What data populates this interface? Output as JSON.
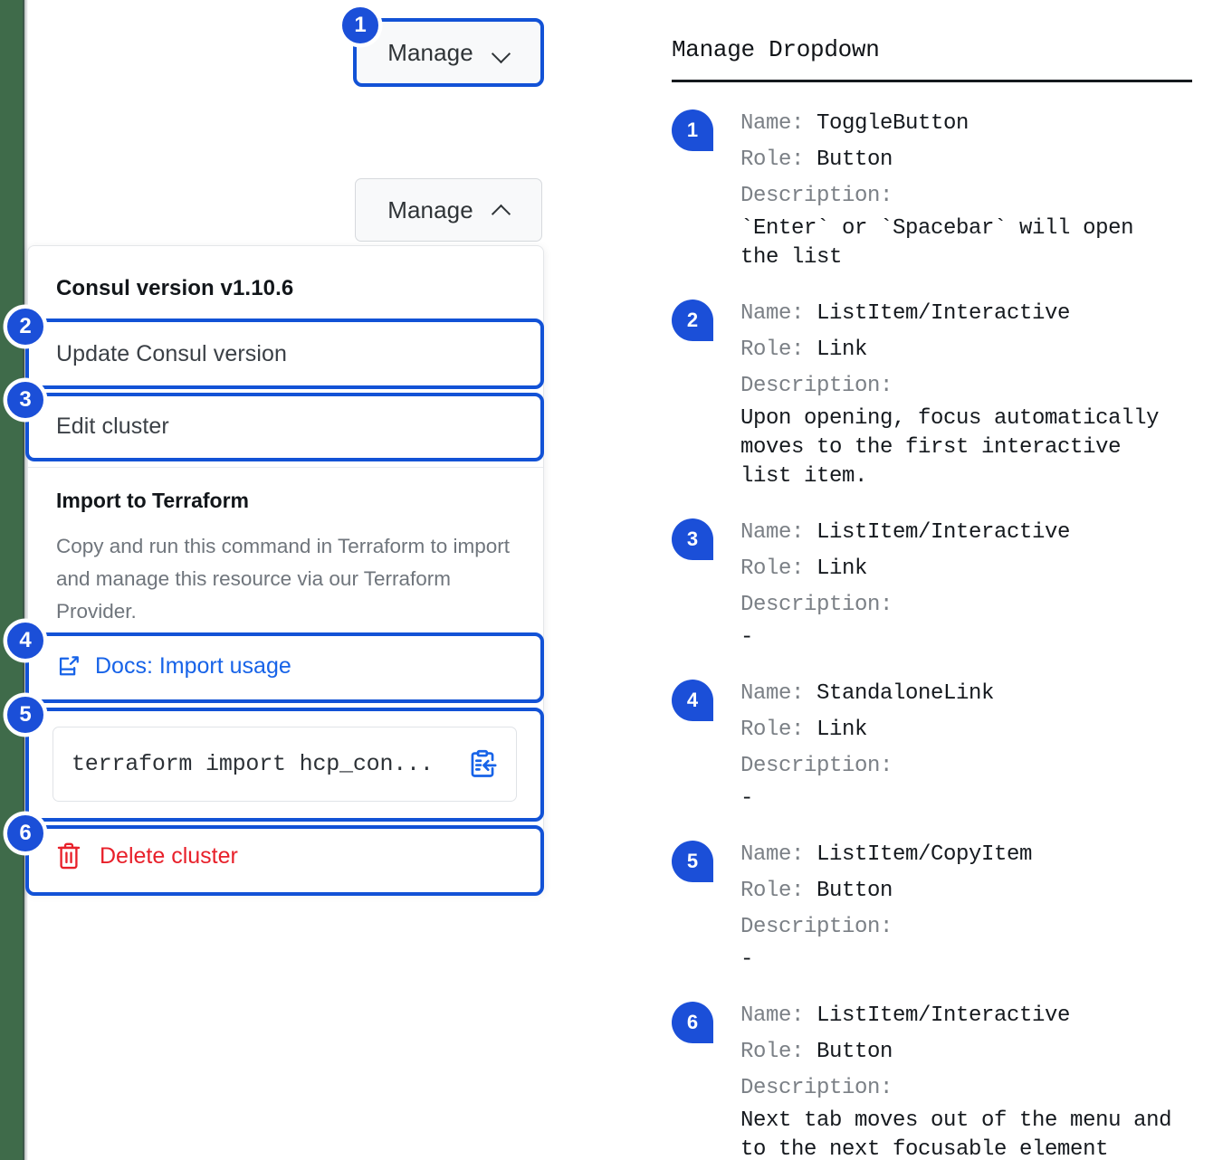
{
  "colors": {
    "accent_blue": "#1b4fd8",
    "highlight_blue": "#1252d6",
    "link_blue": "#1763e8",
    "danger_red": "#e8202a",
    "sidebar_green": "#3f6b4a",
    "muted_grey": "#6f757c"
  },
  "manage_button_collapsed": {
    "label": "Manage",
    "chevron": "chevron-down-icon"
  },
  "manage_button_expanded": {
    "label": "Manage",
    "chevron": "chevron-up-icon"
  },
  "dropdown": {
    "header": "Consul version v1.10.6",
    "items": [
      {
        "label": "Update Consul version"
      },
      {
        "label": "Edit cluster"
      }
    ],
    "terraform": {
      "title": "Import to Terraform",
      "description": "Copy and run this command in Terraform to import and manage this resource via our Terraform Provider.",
      "docs_link": "Docs: Import usage",
      "docs_icon": "docs-external-link-icon",
      "command": "terraform import hcp_con...",
      "copy_icon": "copy-to-clipboard-icon"
    },
    "delete": {
      "label": "Delete cluster",
      "icon": "trash-icon"
    }
  },
  "callout_badges": [
    "1",
    "2",
    "3",
    "4",
    "5",
    "6"
  ],
  "legend": {
    "title": "Manage Dropdown",
    "labels": {
      "name": "Name:",
      "role": "Role:",
      "description": "Description:"
    },
    "entries": [
      {
        "num": "1",
        "name": "ToggleButton",
        "role": "Button",
        "description": "`Enter` or `Spacebar` will open\nthe list"
      },
      {
        "num": "2",
        "name": "ListItem/Interactive",
        "role": "Link",
        "description": "Upon opening, focus automatically\nmoves to the first interactive\nlist item."
      },
      {
        "num": "3",
        "name": "ListItem/Interactive",
        "role": "Link",
        "description": "-"
      },
      {
        "num": "4",
        "name": "StandaloneLink",
        "role": "Link",
        "description": "-"
      },
      {
        "num": "5",
        "name": "ListItem/CopyItem",
        "role": "Button",
        "description": "-"
      },
      {
        "num": "6",
        "name": "ListItem/Interactive",
        "role": "Button",
        "description": "Next tab moves out of the menu and\nto the next focusable element"
      }
    ]
  }
}
